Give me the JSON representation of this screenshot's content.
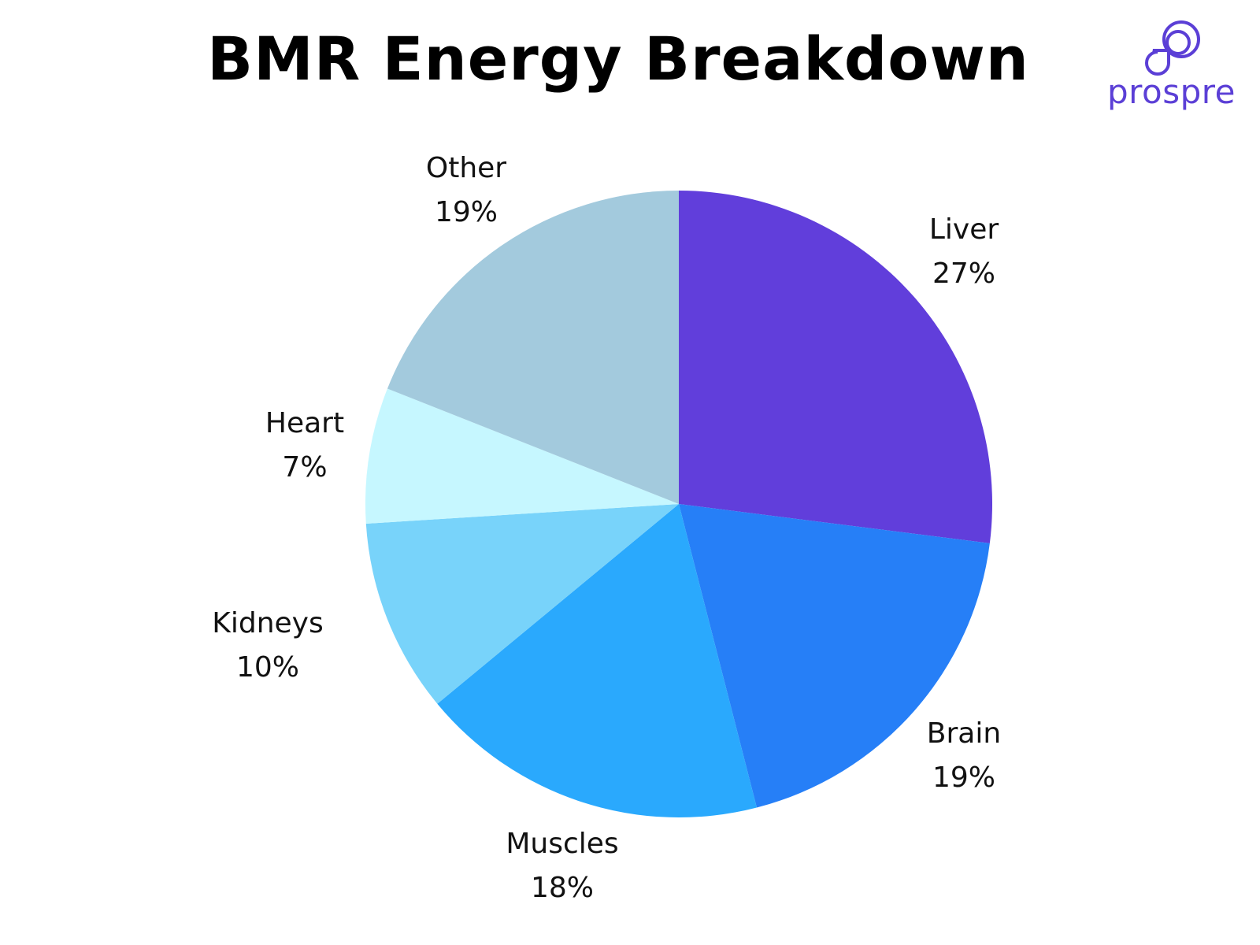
{
  "title": "BMR Energy Breakdown",
  "logo": {
    "text": "prospre",
    "icon": "prospre-logo-icon",
    "color": "#5b3fd6"
  },
  "chart_data": {
    "type": "pie",
    "title": "BMR Energy Breakdown",
    "categories": [
      "Liver",
      "Brain",
      "Muscles",
      "Kidneys",
      "Heart",
      "Other"
    ],
    "values": [
      27,
      19,
      18,
      10,
      7,
      19
    ],
    "unit": "%",
    "colors": [
      "#613edb",
      "#267ff7",
      "#2aa9fd",
      "#78d3fa",
      "#c6f7ff",
      "#a3cadd"
    ],
    "start_angle": "12 o'clock",
    "direction": "clockwise",
    "legend": "none (direct labels)"
  },
  "labels": [
    {
      "name": "Liver",
      "pct": "27%"
    },
    {
      "name": "Brain",
      "pct": "19%"
    },
    {
      "name": "Muscles",
      "pct": "18%"
    },
    {
      "name": "Kidneys",
      "pct": "10%"
    },
    {
      "name": "Heart",
      "pct": "7%"
    },
    {
      "name": "Other",
      "pct": "19%"
    }
  ]
}
